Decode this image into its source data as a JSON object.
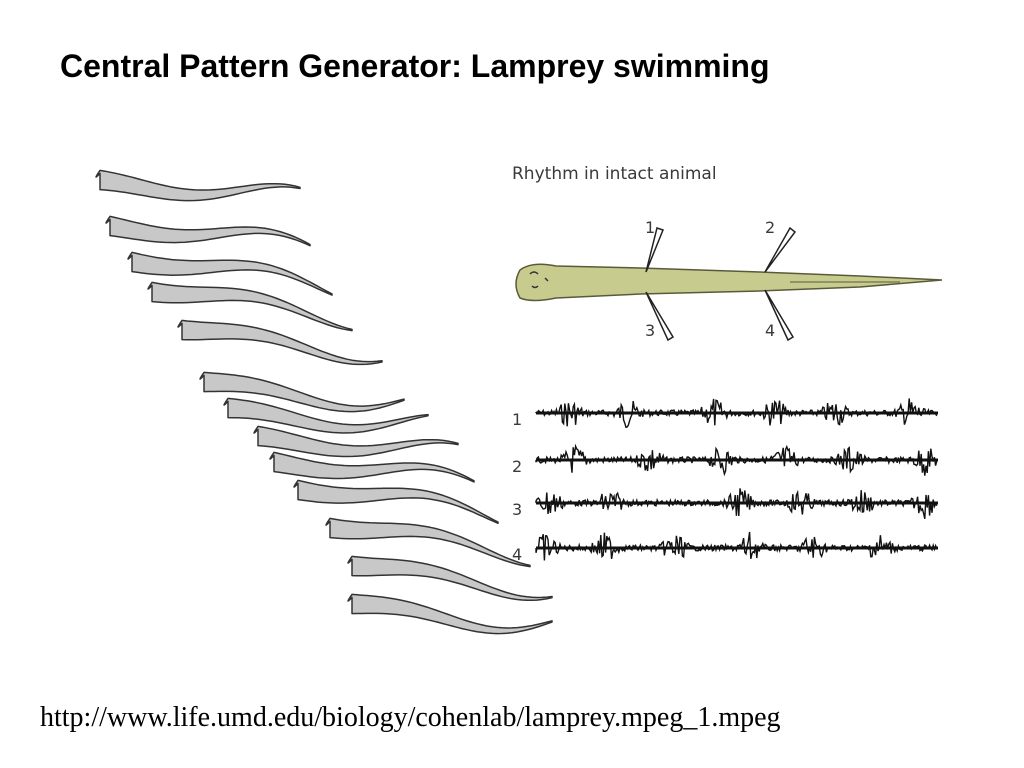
{
  "slide": {
    "title": "Central Pattern Generator: Lamprey swimming",
    "url": "http://www.life.umd.edu/biology/cohenlab/lamprey.mpeg_1.mpeg"
  },
  "figure": {
    "panel_title": "Rhythm in intact animal",
    "electrode_labels": [
      "1",
      "2",
      "3",
      "4"
    ],
    "trace_labels": [
      "1",
      "2",
      "3",
      "4"
    ],
    "colors": {
      "lamprey_body": "#c7cc8e",
      "lamprey_outline": "#5a5a3a",
      "swim_silhouette_fill": "#c8c8c8",
      "swim_silhouette_stroke": "#333333",
      "trace": "#111111",
      "text": "#000000"
    }
  }
}
